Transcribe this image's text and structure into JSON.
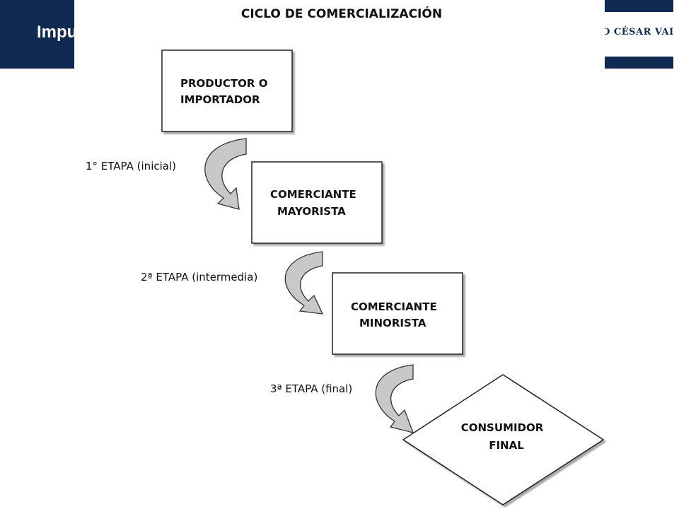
{
  "header": {
    "left_text": "Impu",
    "right_text": "O CÉSAR VALLEJO",
    "bar_color": "#102a52"
  },
  "diagram": {
    "title": "CICLO DE COMERCIALIZACIÓN",
    "nodes": [
      {
        "id": "productor",
        "shape": "rectangle",
        "lines": [
          "PRODUCTOR O",
          "IMPORTADOR"
        ]
      },
      {
        "id": "mayorista",
        "shape": "rectangle",
        "lines": [
          "COMERCIANTE",
          "MAYORISTA"
        ]
      },
      {
        "id": "minorista",
        "shape": "rectangle",
        "lines": [
          "COMERCIANTE",
          "MINORISTA"
        ]
      },
      {
        "id": "consumidor",
        "shape": "diamond",
        "lines": [
          "CONSUMIDOR",
          "FINAL"
        ]
      }
    ],
    "stages": [
      {
        "label": "1° ETAPA (inicial)",
        "from": "productor",
        "to": "mayorista"
      },
      {
        "label": "2ª ETAPA (intermedia)",
        "from": "mayorista",
        "to": "minorista"
      },
      {
        "label": "3ª ETAPA (final)",
        "from": "minorista",
        "to": "consumidor"
      }
    ],
    "arrow_fill": "#c8c8c8"
  }
}
